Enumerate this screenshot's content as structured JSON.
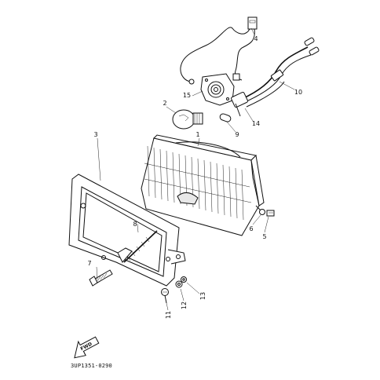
{
  "diagram": {
    "callouts": [
      {
        "id": "callout-1",
        "label": "1"
      },
      {
        "id": "callout-2",
        "label": "2"
      },
      {
        "id": "callout-3",
        "label": "3"
      },
      {
        "id": "callout-4",
        "label": "4"
      },
      {
        "id": "callout-5",
        "label": "5"
      },
      {
        "id": "callout-6",
        "label": "6"
      },
      {
        "id": "callout-7",
        "label": "7"
      },
      {
        "id": "callout-8",
        "label": "8"
      },
      {
        "id": "callout-9",
        "label": "9"
      },
      {
        "id": "callout-10",
        "label": "10"
      },
      {
        "id": "callout-11",
        "label": "11"
      },
      {
        "id": "callout-12",
        "label": "12"
      },
      {
        "id": "callout-13",
        "label": "13"
      },
      {
        "id": "callout-14",
        "label": "14"
      },
      {
        "id": "callout-15",
        "label": "15"
      }
    ],
    "fwd_label": "FWD",
    "drawing_code": "3UP1351-0290"
  }
}
